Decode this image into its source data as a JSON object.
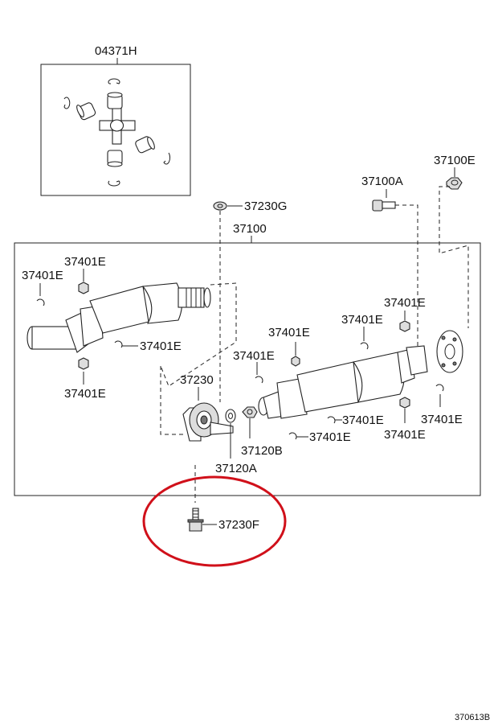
{
  "diagram": {
    "reference_code": "370613B",
    "highlight_color": "#d0101a",
    "labels": {
      "kit_04371H": "04371H",
      "bolt_37100A": "37100A",
      "nut_37100E": "37100E",
      "washer_37230G": "37230G",
      "shaft_assy_37100": "37100",
      "grease_37401E_a": "37401E",
      "grease_37401E_b": "37401E",
      "grease_37401E_c": "37401E",
      "grease_37401E_d": "37401E",
      "grease_37401E_e": "37401E",
      "grease_37401E_f": "37401E",
      "grease_37401E_g": "37401E",
      "grease_37401E_h": "37401E",
      "grease_37401E_i": "37401E",
      "grease_37401E_j": "37401E",
      "grease_37401E_k": "37401E",
      "bearing_37230": "37230",
      "washer_37120A": "37120A",
      "nut_37120B": "37120B",
      "bolt_37230F": "37230F"
    }
  }
}
